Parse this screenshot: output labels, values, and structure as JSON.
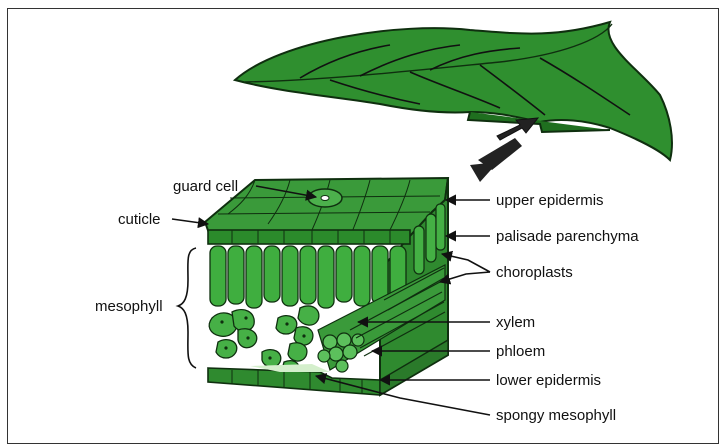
{
  "labels": {
    "guard_cell": "guard cell",
    "cuticle": "cuticle",
    "mesophyll": "mesophyll",
    "upper_epidermis": "upper epidermis",
    "palisade_parenchyma": "palisade parenchyma",
    "choroplasts": "choroplasts",
    "xylem": "xylem",
    "phloem": "phloem",
    "lower_epidermis": "lower epidermis",
    "spongy_mesophyll": "spongy mesophyll"
  },
  "colors": {
    "leaf": "#2f8f2f",
    "leaf_dark": "#1b5e1b",
    "cell": "#3fae3f",
    "cell_light": "#7ccf6c",
    "outline": "#0f2f0f",
    "label": "#111111"
  }
}
